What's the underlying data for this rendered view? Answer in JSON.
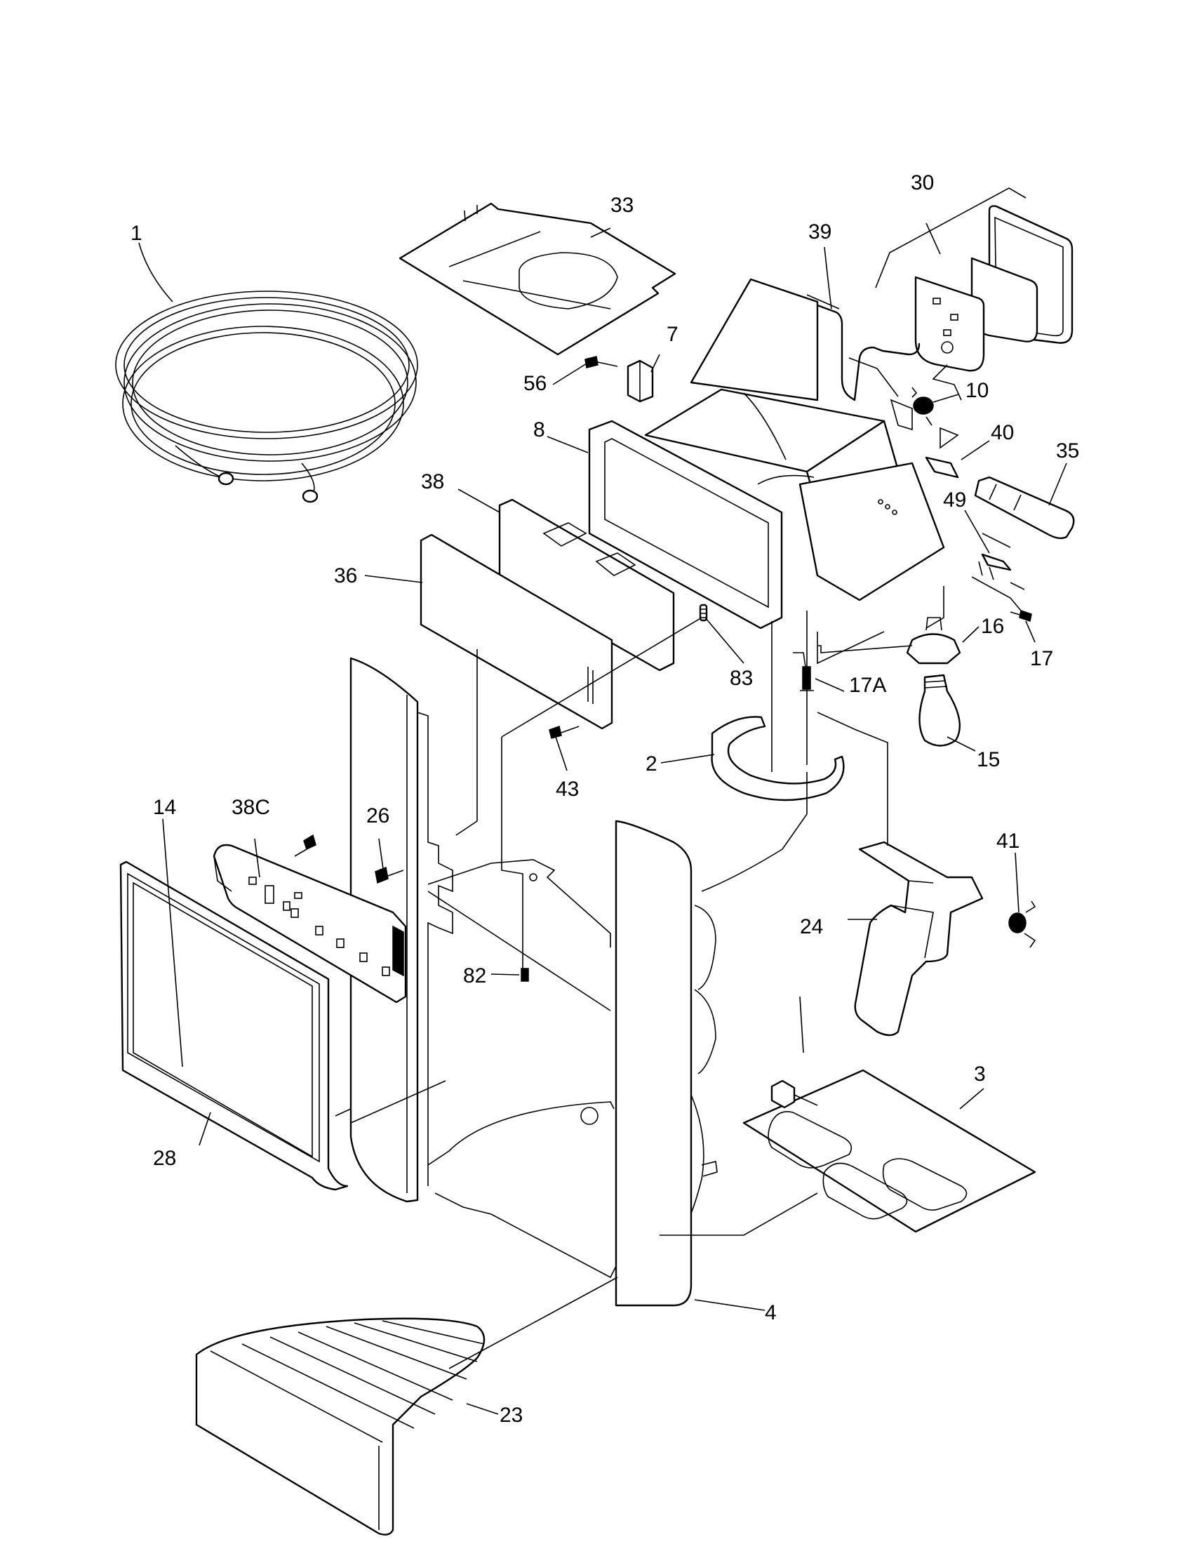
{
  "callouts": {
    "c1": "1",
    "c2": "2",
    "c3": "3",
    "c4": "4",
    "c7": "7",
    "c8": "8",
    "c10": "10",
    "c14": "14",
    "c15": "15",
    "c16": "16",
    "c17": "17",
    "c17A": "17A",
    "c23": "23",
    "c24": "24",
    "c26": "26",
    "c28": "28",
    "c30": "30",
    "c33": "33",
    "c35": "35",
    "c36": "36",
    "c38": "38",
    "c38C": "38C",
    "c39": "39",
    "c40": "40",
    "c41": "41",
    "c43": "43",
    "c49": "49",
    "c56": "56",
    "c82": "82",
    "c83": "83"
  }
}
